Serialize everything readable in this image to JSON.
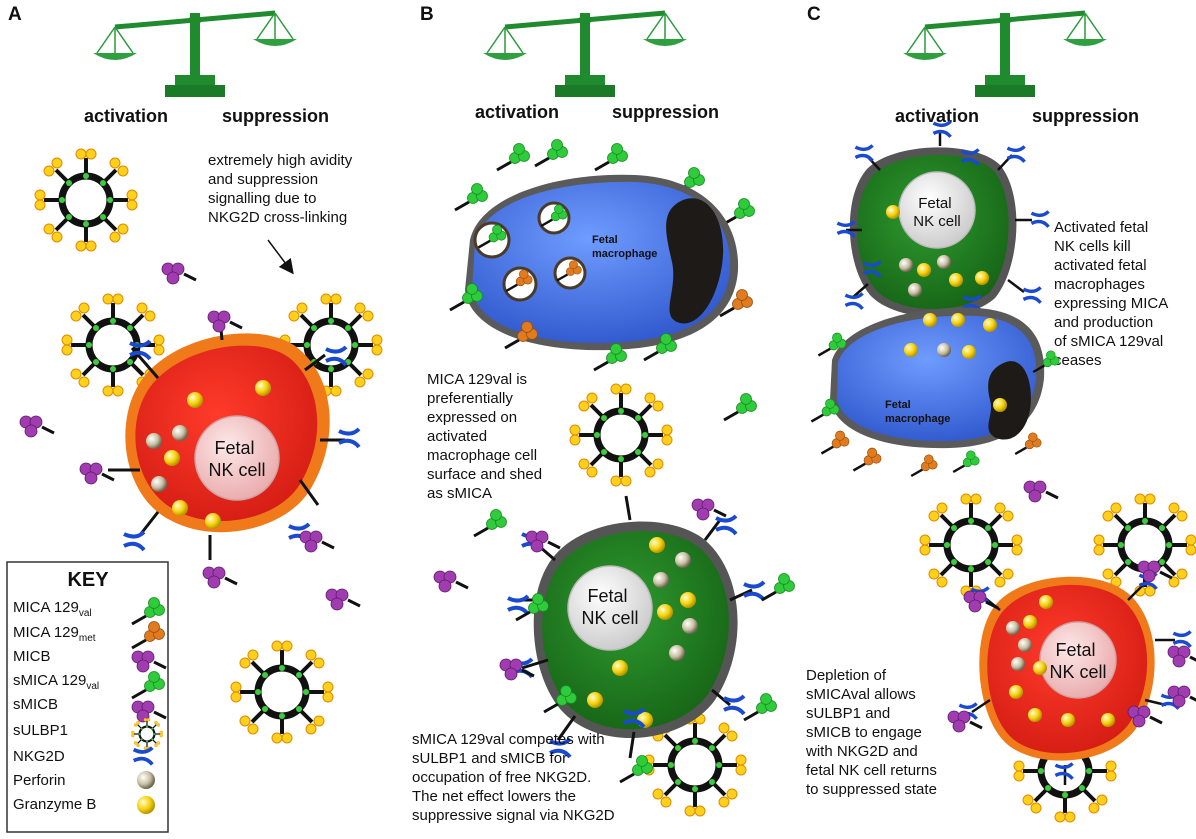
{
  "panels": {
    "a": {
      "letter": "A",
      "activation": "activation",
      "suppression": "suppression",
      "note": [
        "extremely high avidity",
        "and suppression",
        "signalling due to",
        "NKG2D cross-linking"
      ],
      "nk_cell": [
        "Fetal",
        "NK cell"
      ]
    },
    "b": {
      "letter": "B",
      "activation": "activation",
      "suppression": "suppression",
      "macrophage": [
        "Fetal",
        "macrophage"
      ],
      "note_mid": [
        "MICA 129val is",
        "preferentially",
        "expressed on",
        "activated",
        "macrophage cell",
        "surface and shed",
        "as sMICA"
      ],
      "note_bottom": [
        "sMICA 129val competes with",
        "sULBP1 and sMICB for",
        "occupation of free NKG2D.",
        "The net effect lowers the",
        "suppressive signal via NKG2D"
      ],
      "nk_cell": [
        "Fetal",
        "NK cell"
      ]
    },
    "c": {
      "letter": "C",
      "activation": "activation",
      "suppression": "suppression",
      "note_top": [
        "Activated fetal",
        "NK cells kill",
        "activated fetal",
        "macrophages",
        "expressing MICA",
        "and production",
        "of sMICA 129val",
        "ceases"
      ],
      "note_bottom": [
        "Depletion of",
        "sMICAval allows",
        "sULBP1 and",
        "sMICB to engage",
        "with NKG2D and",
        "fetal NK cell returns",
        "to suppressed state"
      ],
      "small_nk_cell": [
        "Fetal",
        "NK cell"
      ],
      "macrophage": [
        "Fetal",
        "macrophage"
      ],
      "nk_cell": [
        "Fetal",
        "NK cell"
      ]
    }
  },
  "key": {
    "title": "KEY",
    "items": [
      {
        "label": "MICA 129",
        "sub": "val",
        "icon": "mica-val-icon"
      },
      {
        "label": "MICA 129",
        "sub": "met",
        "icon": "mica-met-icon"
      },
      {
        "label": "MICB",
        "sub": "",
        "icon": "micb-icon"
      },
      {
        "label": "sMICA 129",
        "sub": "val",
        "icon": "smica-icon"
      },
      {
        "label": "sMICB",
        "sub": "",
        "icon": "smicb-icon"
      },
      {
        "label": "sULBP1",
        "sub": "",
        "icon": "sulbp1-icon"
      },
      {
        "label": "NKG2D",
        "sub": "",
        "icon": "nkg2d-icon"
      },
      {
        "label": "Perforin",
        "sub": "",
        "icon": "perforin-icon"
      },
      {
        "label": "Granzyme B",
        "sub": "",
        "icon": "granzyme-icon"
      }
    ]
  },
  "colors": {
    "scale_green": "#1f8a2e",
    "mica_val": "#2ecc3a",
    "mica_met": "#e07b1f",
    "micb": "#a03cb0",
    "ulbp_yellow": "#ffd11a",
    "nk_red": "#e8261c",
    "nk_orange": "#f07a1a",
    "nk_green": "#1f7a1f",
    "macrophage_blue": "#3d6fe0",
    "nucleus_pink": "#f3c4c4",
    "granzyme": "#f5d20a",
    "perforin": "#bfb69a"
  }
}
